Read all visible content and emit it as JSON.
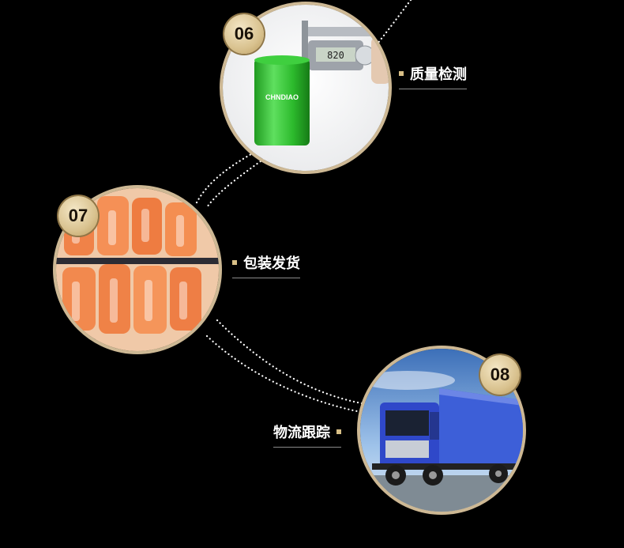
{
  "steps": [
    {
      "number": "06",
      "label": "质量检测"
    },
    {
      "number": "07",
      "label": "包装发货"
    },
    {
      "number": "08",
      "label": "物流跟踪"
    }
  ],
  "caliper_reading": "820",
  "product_brand": "CHNDIAO",
  "colors": {
    "ring": "#cdb894",
    "badge": "#d9c28f",
    "label_marker": "#d8bf86",
    "background": "#000000"
  }
}
